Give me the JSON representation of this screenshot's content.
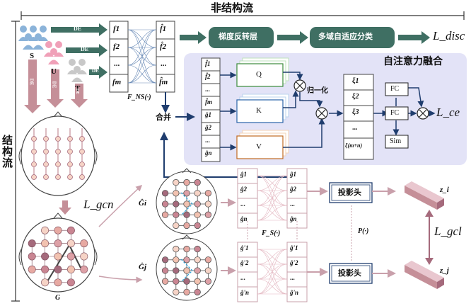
{
  "titles": {
    "top": "非结构流",
    "left": "结构流",
    "attention": "自注意力融合"
  },
  "groups": {
    "s": "S",
    "u": "U",
    "t": "T"
  },
  "de": "DE",
  "nonstruct": {
    "features": [
      "f1",
      "f2",
      "...",
      "fm"
    ],
    "features_hat": [
      "f̂1",
      "f̂2",
      "...",
      "f̂m"
    ],
    "ns_func": "F_NS(·)",
    "grl": "梯度反转层",
    "cls": "多域自适应分类",
    "loss_disc": "L_disc",
    "merge": "合并"
  },
  "attention": {
    "merged": [
      "f̂1",
      "f̂2",
      "...",
      "f̂m",
      "ĝ1",
      "ĝ2",
      "...",
      "ĝn"
    ],
    "q": "Q",
    "k": "K",
    "v": "V",
    "norm": "归一化",
    "xi": [
      "ξ1",
      "ξ2",
      "ξ3",
      "...",
      "ξ(m+n)"
    ],
    "fc1": "FC",
    "fc2": "FC",
    "sim": "Sim",
    "loss_ce": "L_ce"
  },
  "structure": {
    "loss_gcn": "L_gcn",
    "graph_label": "G",
    "gi": "Ĝi",
    "gj": "Ĝj",
    "gi_feats": [
      "ĝ1",
      "ĝ2",
      "...",
      "ĝn"
    ],
    "gi_feats2": [
      "ĝ1",
      "ĝ2",
      "...",
      "ĝn"
    ],
    "gj_feats": [
      "ĝ'1",
      "ĝ'2",
      "...",
      "ĝ'n"
    ],
    "gj_feats2": [
      "ĝ'1",
      "ĝ'2",
      "...",
      "ĝ'n"
    ],
    "fs": "F_S(·)",
    "proj1": "投影头",
    "proj2": "投影头",
    "p": "P(·)",
    "zi": "z_i",
    "zj": "z_j",
    "loss_gcl": "L_gcl"
  },
  "colors": {
    "dark_teal": "#3f6f63",
    "navy": "#1f3d6e",
    "attention_bg": "#e3e3f7",
    "pink": "#c9a0ab",
    "node_dark": "#a56a7c",
    "node_light": "#f3c8b8"
  }
}
